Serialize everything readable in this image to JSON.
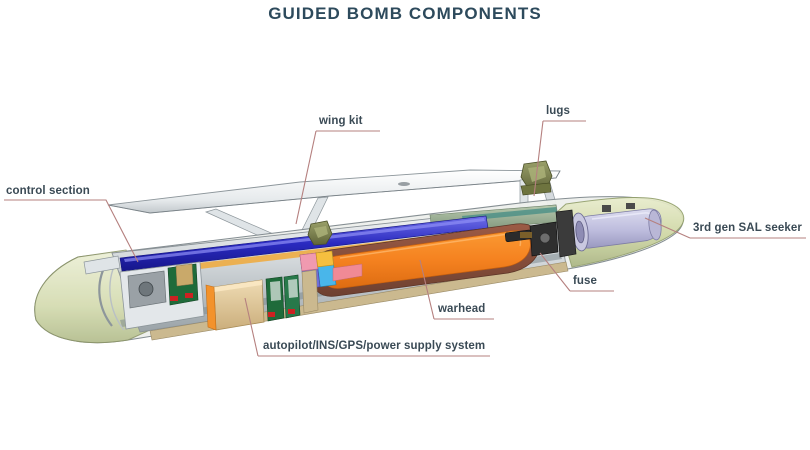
{
  "figure": {
    "title": "GUIDED BOMB COMPONENTS",
    "title_color": "#2d4a5c",
    "background_color": "#ffffff",
    "label_color": "#3a4a55",
    "leader_line_color": "#b5807f"
  },
  "callouts": [
    {
      "id": "control-section",
      "label": "control section"
    },
    {
      "id": "wing-kit",
      "label": "wing kit"
    },
    {
      "id": "lugs",
      "label": "lugs"
    },
    {
      "id": "sal-seeker",
      "label": "3rd gen SAL seeker"
    },
    {
      "id": "fuse",
      "label": "fuse"
    },
    {
      "id": "warhead",
      "label": "warhead"
    },
    {
      "id": "autopilot",
      "label": "autopilot/INS/GPS/power supply system"
    }
  ],
  "components": {
    "tail_shroud_color": "#d9ddb4",
    "nose_cone_color": "#d7ddb0",
    "seeker_body_color": "#c3c2de",
    "warhead_color": "#f58220",
    "warhead_casing_color": "#8a4f3d",
    "avionics_box_color": "#e0c89a",
    "pcb_color": "#1f6b3a",
    "wire_harness_color": "#2b2bc4",
    "wing_color": "#eceff1",
    "lug_color": "#7d8150",
    "body_panel_color": "#9fb39a",
    "body_shell_color": "#cfd4d8"
  }
}
